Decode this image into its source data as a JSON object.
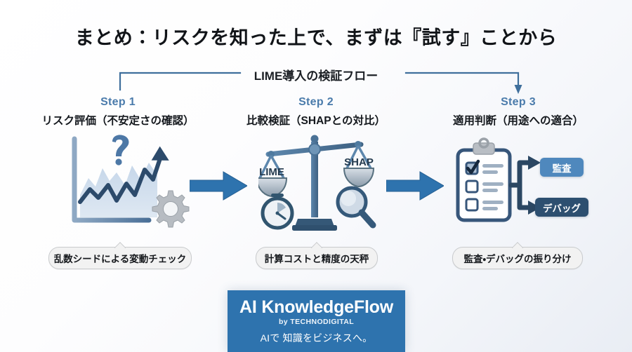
{
  "slide": {
    "title": "まとめ：リスクを知った上で、まずは『試す』ことから",
    "flow_label": "LIME導入の検証フロー",
    "background_start": "#ffffff",
    "background_end": "#e9edf4",
    "accent_blue": "#2e73ae",
    "step_num_color": "#4a7bab",
    "connector_color": "#3f6f9c"
  },
  "steps": [
    {
      "number": "Step 1",
      "title": "リスク評価（不安定さの確認）",
      "icon": "line-chart-question-gear-icon",
      "caption": "乱数シードによる変動チェック"
    },
    {
      "number": "Step 2",
      "title": "比較検証（SHAPとの対比）",
      "icon": "balance-scale-icon",
      "caption": "計算コストと精度の天秤",
      "scale_left_label": "LIME",
      "scale_right_label": "SHAP"
    },
    {
      "number": "Step 3",
      "title": "適用判断（用途への適合）",
      "icon": "clipboard-checklist-branch-icon",
      "caption": "監査・デバッグの振り分け",
      "branches": [
        {
          "label": "監査",
          "color": "#4f88bd"
        },
        {
          "label": "デバッグ",
          "color": "#2d4f70"
        }
      ]
    }
  ],
  "arrows": [
    {
      "name": "step1-to-step2"
    },
    {
      "name": "step2-to-step3"
    }
  ],
  "brand": {
    "name": "AI KnowledgeFlow",
    "by": "by TECHNODIGITAL",
    "tagline": "AIで 知識をビジネスへ。",
    "bg": "#2e73ae"
  }
}
